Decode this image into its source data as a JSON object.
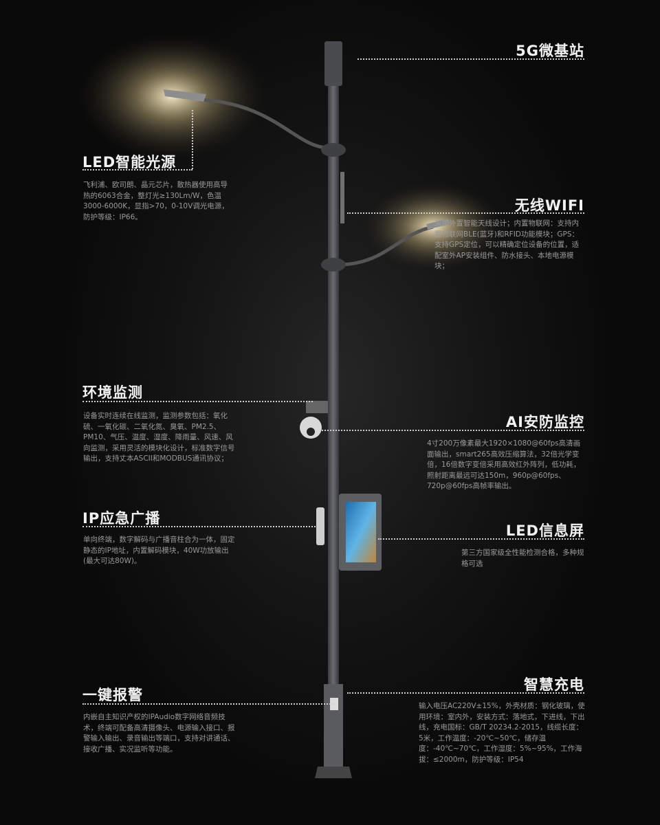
{
  "features": [
    {
      "title": "5G微基站",
      "desc": ""
    },
    {
      "title": "LED智能光源",
      "desc": "飞利浦、欧司朗、晶元芯片，散热器使用高导热的6063合金，整灯光≥130Lm/W，色温3000-6000K，显指>70，0-10V调光电源，防护等级：IP66。"
    },
    {
      "title": "无线WIFI",
      "desc": "采用外置智能天线设计；内置物联网：支持内置物联网BLE(蓝牙)和RFID功能模块；GPS：支持GPS定位，可以精确定位设备的位置，适配室外AP安装组件、防水接头、本地电源模块；"
    },
    {
      "title": "环境监测",
      "desc": "设备实时连续在线监测，监测参数包括：氧化硫、一氧化碳、二氧化氮、臭氧、PM2.5、PM10、气压、温度、湿度、降雨量、风速、风向监测，采用灵活的模块化设计，标准数字信号输出，支持丈本ASCII和MODBUS通讯协议；"
    },
    {
      "title": "AI安防监控",
      "desc": "4寸200万像素最大1920×1080@60fps高清画面输出，smart265高效压缩算法，32倍光学变倍，16倍数字变倍采用高效红外阵列，低功耗，照射距离最远可达150m，960p@60fps、720p@60fps高帧率输出。"
    },
    {
      "title": "IP应急广播",
      "desc": "单向终端，数字解码与广播音柱合为一体，固定静态的IP地址，内置解码模块，40W功放输出(最大可达80W)。"
    },
    {
      "title": "LED信息屏",
      "desc": "第三方国家级全性能检测合格，多种规格可选"
    },
    {
      "title": "一键报警",
      "desc": "内嵌自主知识产权的IPAudio数字网络音频技术，终端可配备高清摄像头、电源输入接口、报警输入输出、录音输出等端口，支持对讲通话、接收广播、实况监听等功能。"
    },
    {
      "title": "智慧充电",
      "desc": "输入电压AC220V±15%，外壳材质：钢化玻璃，使用环境：室内外，安装方式：落地式，下进线，下出线，充电国标：GB/T 20234.2-2015，线缆长度：5米，工作温度：-20℃~50℃，储存温度：-40℃~70℃，工作湿度：5%~95%，工作海拔：≤2000m，防护等级：IP54"
    }
  ],
  "colors": {
    "background": "#0b0b0b",
    "pole": "#55575a",
    "light_glow": "#f6e8b8"
  }
}
